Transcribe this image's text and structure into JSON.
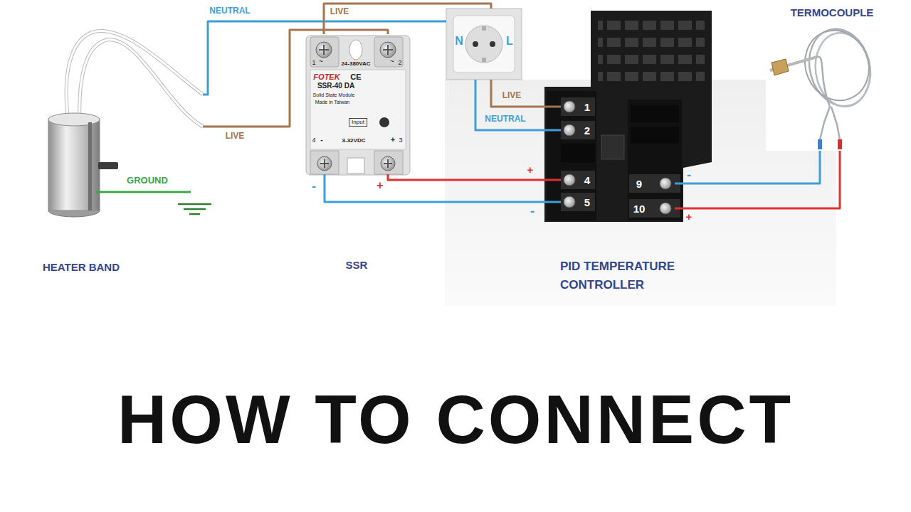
{
  "diagram": {
    "title": "HOW TO CONNECT",
    "nodes": [
      {
        "text": [
          "HEATER BAND"
        ]
      },
      {
        "text": [
          "SSR",
          "1",
          "~",
          "24-380VAC",
          "~",
          "2",
          "FOTEK",
          "CE",
          "SSR-40 DA",
          "Solid State Module",
          "Made in Taiwan",
          "Input",
          "4",
          "-",
          "3-32VDC",
          "+",
          "3"
        ]
      },
      {
        "text": [
          "N",
          "L"
        ]
      },
      {
        "text": [
          "PID TEMPERATURE CONTROLLER"
        ]
      },
      {
        "text": [
          "TERMOCOUPLE"
        ]
      }
    ],
    "edges": [
      {
        "from": 2,
        "to": 0,
        "label": "NEUTRAL",
        "arrow": "none"
      },
      {
        "from": 2,
        "to": 1,
        "label": "LIVE",
        "arrow": "none"
      },
      {
        "from": 1,
        "to": 0,
        "label": "LIVE",
        "arrow": "none"
      },
      {
        "from": 2,
        "to": 3,
        "label": "LIVE",
        "arrow": "none"
      },
      {
        "from": 2,
        "to": 3,
        "label": "NEUTRAL",
        "arrow": "none"
      },
      {
        "from": 3,
        "to": 1,
        "arrow": "none"
      },
      {
        "from": 3,
        "to": 1,
        "arrow": "none"
      },
      {
        "from": 4,
        "to": 3,
        "arrow": "none"
      },
      {
        "from": 4,
        "to": 3,
        "arrow": "none"
      }
    ],
    "labels": [
      "GROUND",
      "-",
      "+",
      "1",
      "2",
      "+",
      "4",
      "-",
      "5",
      "-",
      "9",
      "10",
      "+"
    ]
  }
}
